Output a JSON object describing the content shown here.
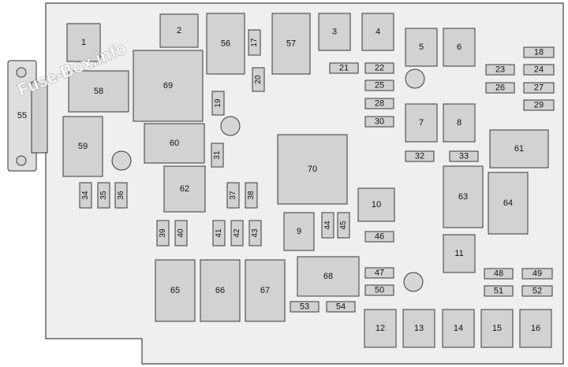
{
  "watermark": "Fuse-Box.info",
  "colors": {
    "panel": "#efefef",
    "fuse": "#d2d2d2",
    "outline": "#3a3a3a"
  },
  "fuse_labels": {
    "1": "1",
    "2": "2",
    "3": "3",
    "4": "4",
    "5": "5",
    "6": "6",
    "7": "7",
    "8": "8",
    "9": "9",
    "10": "10",
    "11": "11",
    "12": "12",
    "13": "13",
    "14": "14",
    "15": "15",
    "16": "16",
    "17": "17",
    "18": "18",
    "19": "19",
    "20": "20",
    "21": "21",
    "22": "22",
    "23": "23",
    "24": "24",
    "25": "25",
    "26": "26",
    "27": "27",
    "28": "28",
    "29": "29",
    "30": "30",
    "31": "31",
    "32": "32",
    "33": "33",
    "34": "34",
    "35": "35",
    "36": "36",
    "37": "37",
    "38": "38",
    "39": "39",
    "40": "40",
    "41": "41",
    "42": "42",
    "43": "43",
    "44": "44",
    "45": "45",
    "46": "46",
    "47": "47",
    "48": "48",
    "49": "49",
    "50": "50",
    "51": "51",
    "52": "52",
    "53": "53",
    "54": "54",
    "55": "55",
    "56": "56",
    "57": "57",
    "58": "58",
    "59": "59",
    "60": "60",
    "61": "61",
    "62": "62",
    "63": "63",
    "64": "64",
    "65": "65",
    "66": "66",
    "67": "67",
    "68": "68",
    "69": "69",
    "70": "70"
  }
}
